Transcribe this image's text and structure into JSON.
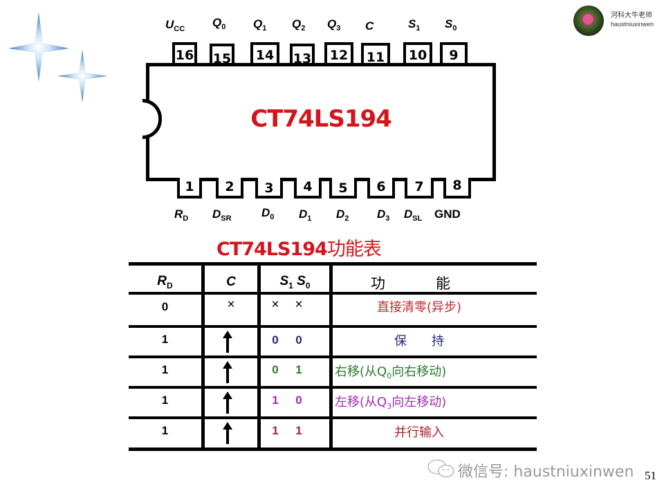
{
  "brand": {
    "name": "河科大牛老师",
    "id": "haustniuxinwen"
  },
  "chip": {
    "title": "CT74LS194",
    "top_pins": [
      {
        "num": "16",
        "label": "U",
        "sub": "CC"
      },
      {
        "num": "15",
        "label": "Q",
        "sub": "0"
      },
      {
        "num": "14",
        "label": "Q",
        "sub": "1"
      },
      {
        "num": "13",
        "label": "Q",
        "sub": "2"
      },
      {
        "num": "12",
        "label": "Q",
        "sub": "3"
      },
      {
        "num": "11",
        "label": "C",
        "sub": ""
      },
      {
        "num": "10",
        "label": "S",
        "sub": "1"
      },
      {
        "num": "9",
        "label": "S",
        "sub": "0"
      }
    ],
    "bottom_pins": [
      {
        "num": "1",
        "label": "R",
        "sub": "D"
      },
      {
        "num": "2",
        "label": "D",
        "sub": "SR"
      },
      {
        "num": "3",
        "label": "D",
        "sub": "0"
      },
      {
        "num": "4",
        "label": "D",
        "sub": "1"
      },
      {
        "num": "5",
        "label": "D",
        "sub": "2"
      },
      {
        "num": "6",
        "label": "D",
        "sub": "3"
      },
      {
        "num": "7",
        "label": "D",
        "sub": "SL"
      },
      {
        "num": "8",
        "label": "GND",
        "sub": ""
      }
    ]
  },
  "table": {
    "title_en": "CT74LS194",
    "title_cn": "功能表",
    "headers": {
      "rd": "R",
      "rd_sub": "D",
      "c": "C",
      "s1": "S",
      "s1_sub": "1",
      "s0": "S",
      "s0_sub": "0",
      "fn1": "功",
      "fn2": "能"
    },
    "rows": [
      {
        "rd": "0",
        "c": "×",
        "s1": "×",
        "s0": "×",
        "fn": "直接清零(异步)",
        "fn_pre": "",
        "fn_sub": "",
        "fn_post": "",
        "color": "#c0282d"
      },
      {
        "rd": "1",
        "c": "↑",
        "s1": "0",
        "s0": "0",
        "fn": "保　　持",
        "fn_pre": "",
        "fn_sub": "",
        "fn_post": "",
        "color": "#1f2a78"
      },
      {
        "rd": "1",
        "c": "↑",
        "s1": "0",
        "s0": "1",
        "fn": "",
        "fn_pre": "右移(从Q",
        "fn_sub": "0",
        "fn_post": "向右移动)",
        "color": "#2a7a2a"
      },
      {
        "rd": "1",
        "c": "↑",
        "s1": "1",
        "s0": "0",
        "fn": "",
        "fn_pre": "左移(从Q",
        "fn_sub": "3",
        "fn_post": "向左移动)",
        "color": "#a22ab0"
      },
      {
        "rd": "1",
        "c": "↑",
        "s1": "1",
        "s0": "1",
        "fn": "并行输入",
        "fn_pre": "",
        "fn_sub": "",
        "fn_post": "",
        "color": "#a8222a"
      }
    ]
  },
  "footer": {
    "wechat": "微信号: haustniuxinwen",
    "page": "51"
  },
  "colors": {
    "accent_red": "#d4141c",
    "star_blue": "#3f7fc0"
  }
}
